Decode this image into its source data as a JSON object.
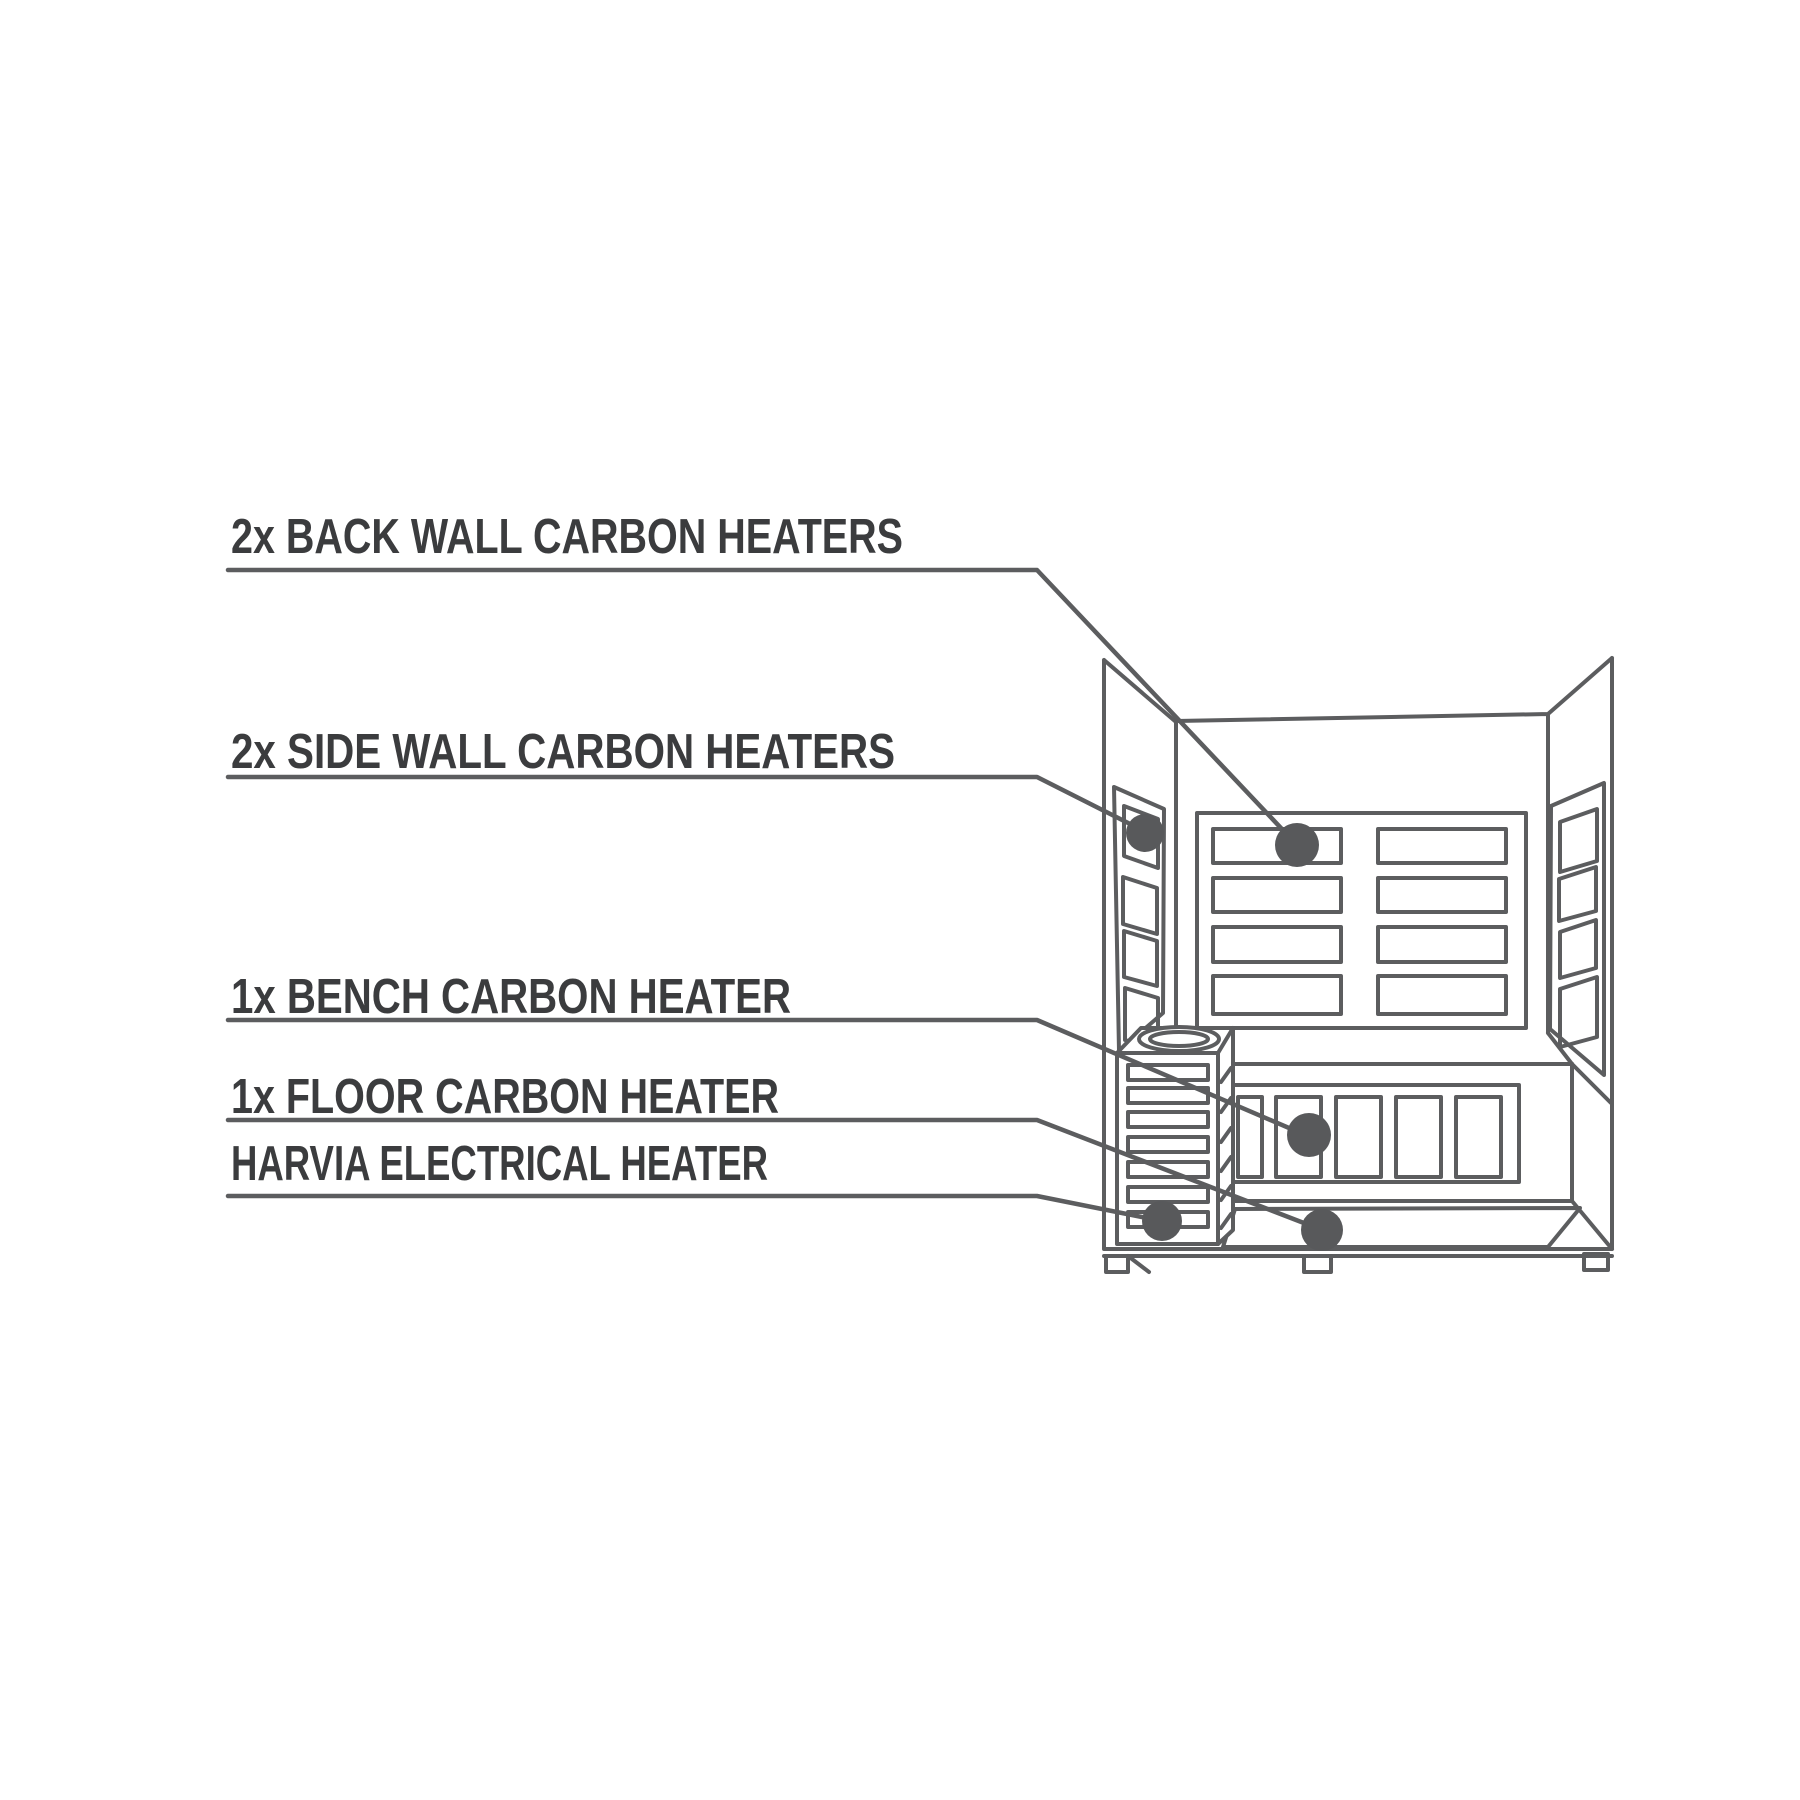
{
  "diagram": {
    "type": "callout-diagram",
    "colors": {
      "background": "#ffffff",
      "line": "#5c5d5f",
      "dot": "#58595b",
      "text": "#3b3c3e"
    },
    "labels": [
      {
        "id": "back-wall-heaters",
        "text": "2x BACK WALL CARBON HEATERS"
      },
      {
        "id": "side-wall-heaters",
        "text": "2x SIDE WALL CARBON HEATERS"
      },
      {
        "id": "bench-heater",
        "text": "1x BENCH CARBON HEATER"
      },
      {
        "id": "floor-heater",
        "text": "1x FLOOR CARBON HEATER"
      },
      {
        "id": "electrical-heater",
        "text": "HARVIA ELECTRICAL HEATER"
      }
    ]
  }
}
